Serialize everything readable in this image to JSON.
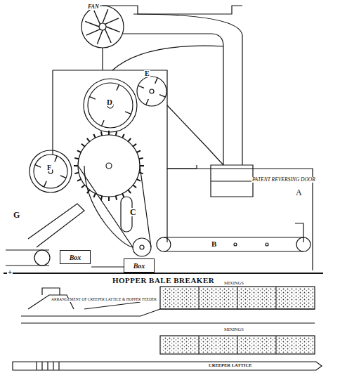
{
  "diagram": {
    "title": "HOPPER BALE BREAKER",
    "nodes": [
      {
        "text": [
          "Box"
        ]
      },
      {
        "text": [
          "Box"
        ]
      }
    ],
    "labels": [
      "FAN",
      "PATENT REVERSING DOOR",
      "E",
      "D",
      "F",
      "G",
      "C",
      "A",
      "B",
      "+",
      "ARRANGEMENT OF CREEPER LATTICE & HOPPER FEEDER",
      "MIXINGS",
      "MIXINGS",
      "CREEPER LATTICE"
    ]
  }
}
